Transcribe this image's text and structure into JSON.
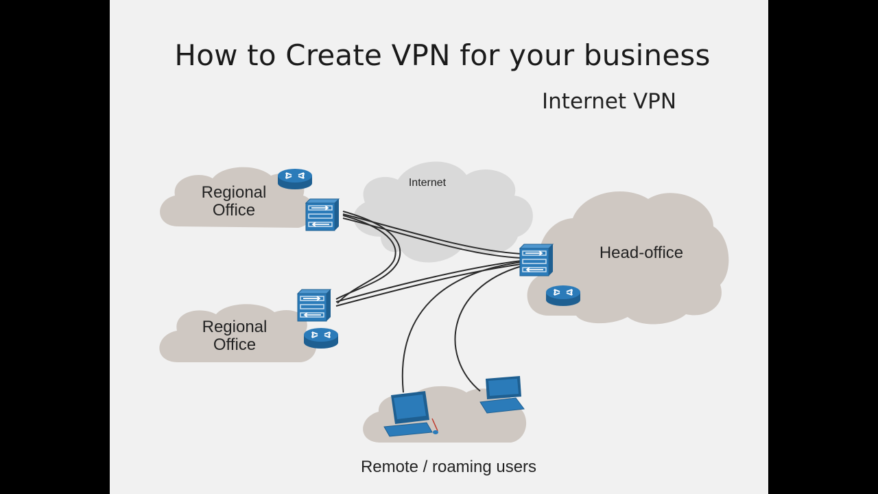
{
  "slide": {
    "title": "How to Create VPN for your business",
    "subtitle": "Internet VPN"
  },
  "diagram": {
    "internet_label": "Internet",
    "regional_office_top": {
      "line1": "Regional",
      "line2": "Office"
    },
    "regional_office_bottom": {
      "line1": "Regional",
      "line2": "Office"
    },
    "head_office_label": "Head-office",
    "remote_users_label": "Remote / roaming users"
  },
  "colors": {
    "slide_background": "#f1f1f1",
    "office_cloud": "#cfc8c2",
    "internet_cloud": "#d9d9d9",
    "device_blue": "#2b7bb9",
    "device_dark": "#1e5f91"
  },
  "icons": [
    "router-icon",
    "firewall-icon",
    "desktop-computer-icon",
    "laptop-icon"
  ]
}
